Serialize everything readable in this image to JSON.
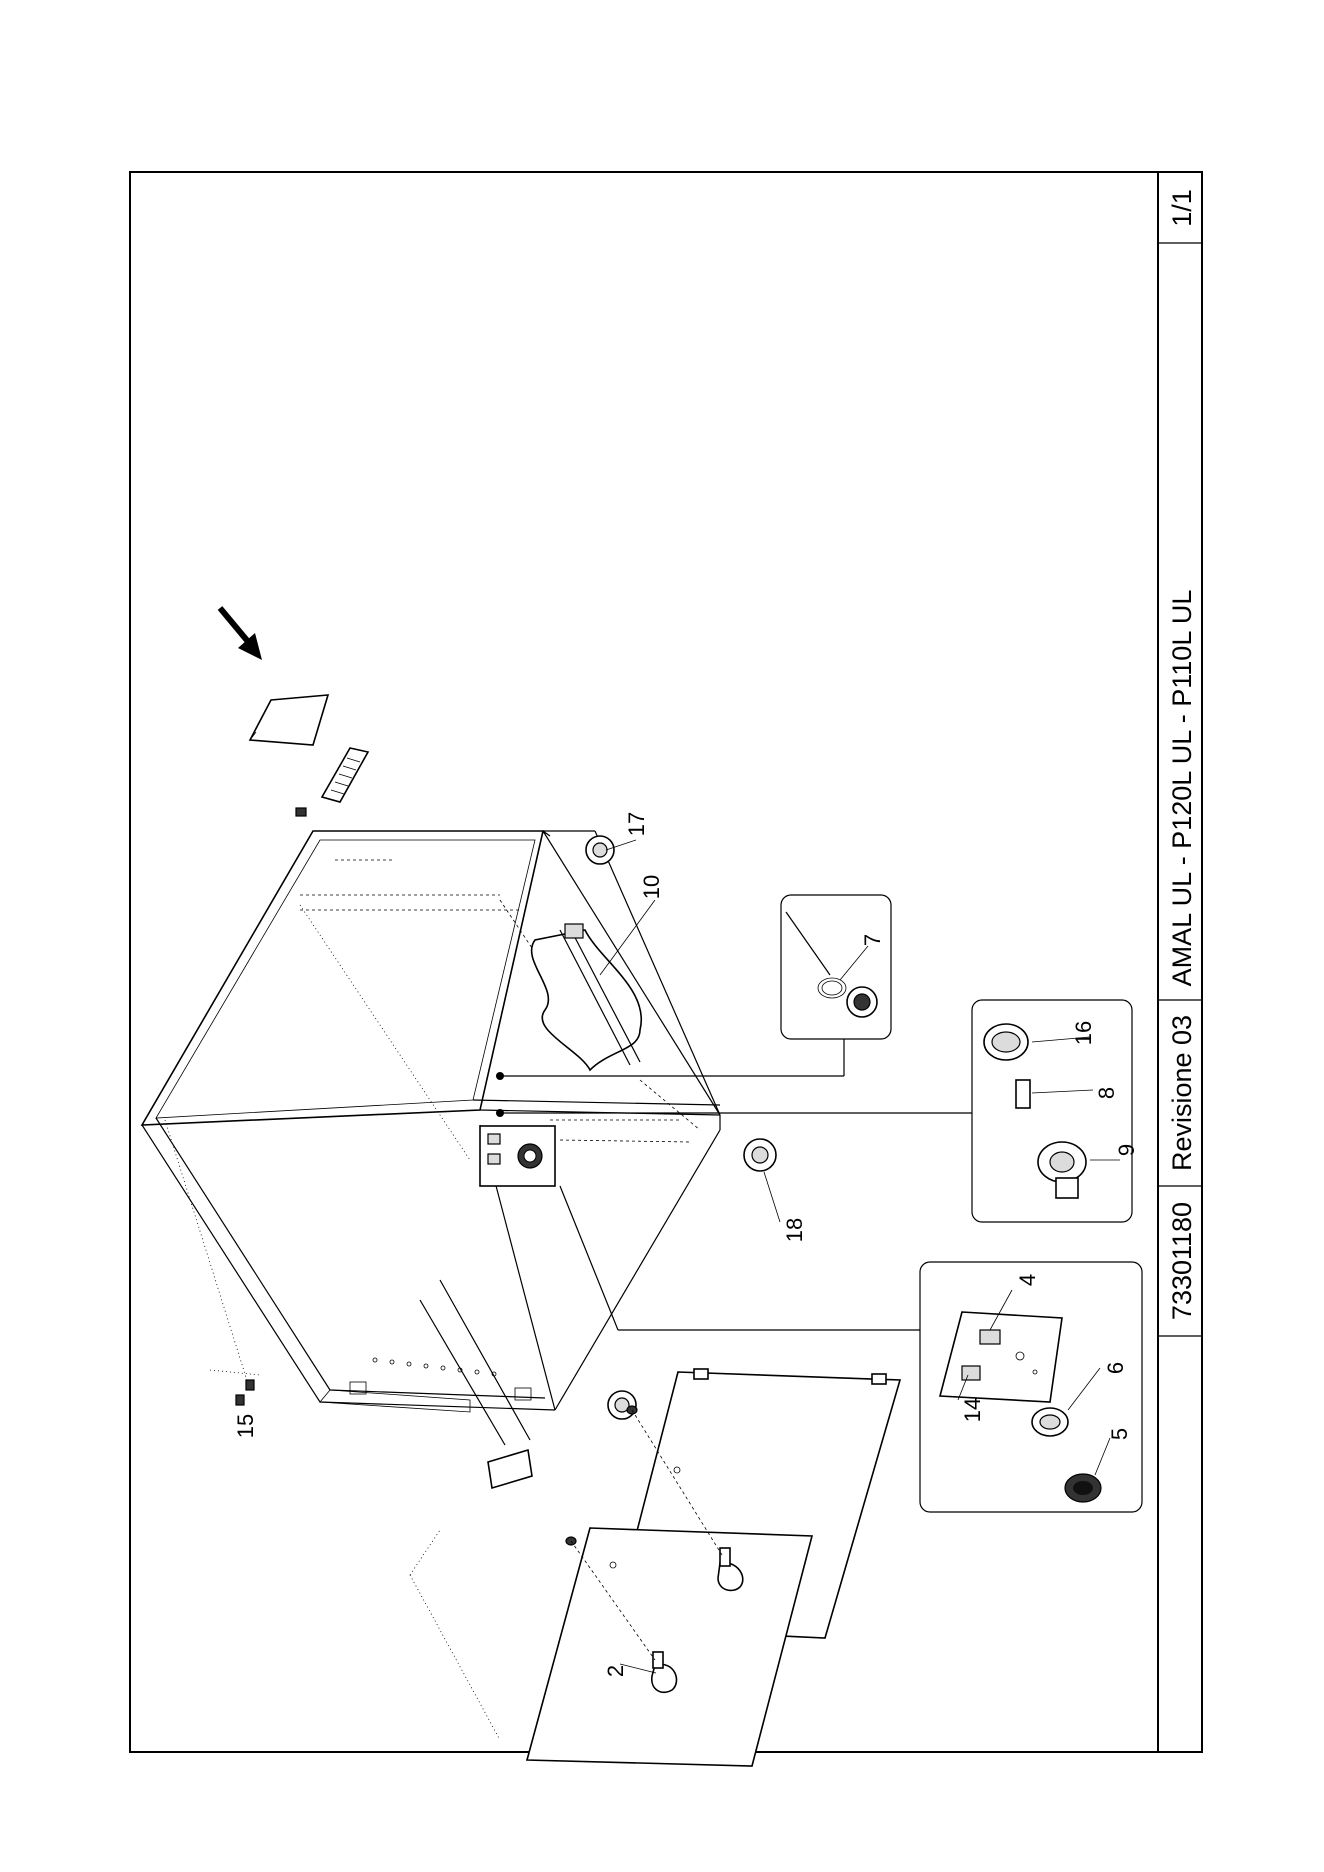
{
  "title_block": {
    "drawing_number": "73301180",
    "revision": "Revisione 03",
    "models": "AMAL UL - P120L UL - P110L UL",
    "sheet": "1/1"
  },
  "callouts": {
    "c2": "2",
    "c4": "4",
    "c5": "5",
    "c6": "6",
    "c7": "7",
    "c8": "8",
    "c9": "9",
    "c10": "10",
    "c14": "14",
    "c15": "15",
    "c16": "16",
    "c17": "17",
    "c18": "18"
  }
}
